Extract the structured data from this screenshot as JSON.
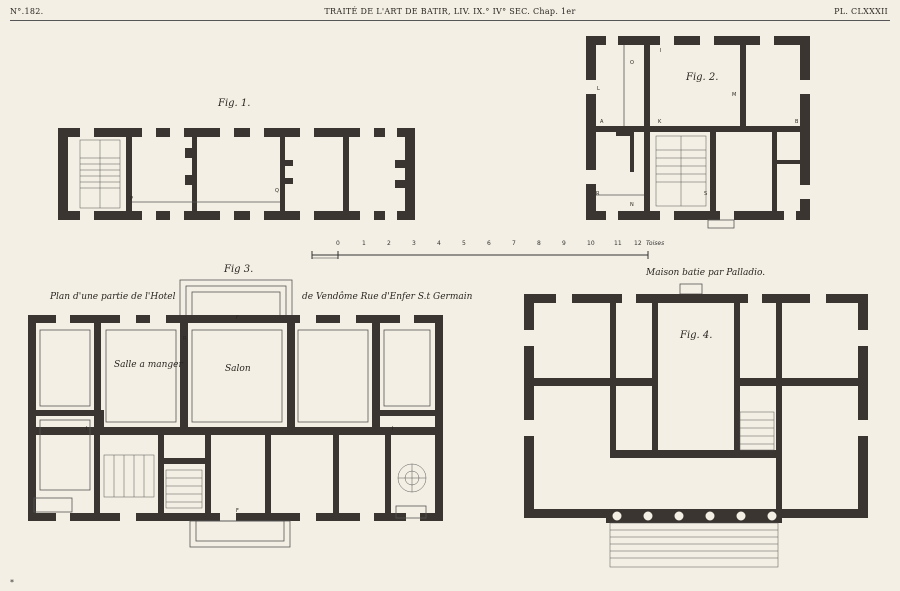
{
  "header": {
    "plate_number": "N°.182.",
    "title": "TRAITÉ DE L'ART DE BATIR, LIV. IX.° IV° SEC. Chap. 1er",
    "plate_label": "PL. CLXXXII"
  },
  "figures": {
    "fig1": {
      "label": "Fig. 1.",
      "letters": [
        "P",
        "Q"
      ]
    },
    "fig2": {
      "label": "Fig. 2.",
      "letters": [
        "I",
        "O",
        "L",
        "M",
        "A",
        "K",
        "B",
        "R",
        "S",
        "N"
      ]
    },
    "fig3": {
      "label": "Fig 3.",
      "caption_left": "Plan d'une partie de l'Hotel",
      "caption_right": "de Vendôme Rue d'Enfer S.t Germain",
      "room_salle": "Salle a manger",
      "room_salon": "Salon",
      "letters": [
        "F",
        "R",
        "I",
        "I",
        "F"
      ]
    },
    "fig4": {
      "label": "Fig. 4.",
      "title": "Maison batie par Palladio."
    }
  },
  "scale": {
    "ticks": [
      "0",
      "1",
      "2",
      "3",
      "4",
      "5",
      "6",
      "7",
      "8",
      "9",
      "10",
      "11",
      "12"
    ],
    "unit": "Toises"
  },
  "footer_mark": "*"
}
